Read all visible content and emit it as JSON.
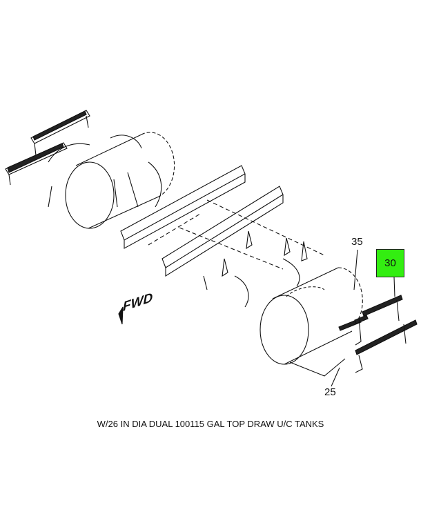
{
  "callouts": {
    "c35": "35",
    "c30": "30",
    "c25": "25"
  },
  "highlight_color": "#33ee11",
  "fwd_label": "FWD",
  "caption": "W/26 IN DIA DUAL 100115 GAL TOP DRAW U/C TANKS"
}
